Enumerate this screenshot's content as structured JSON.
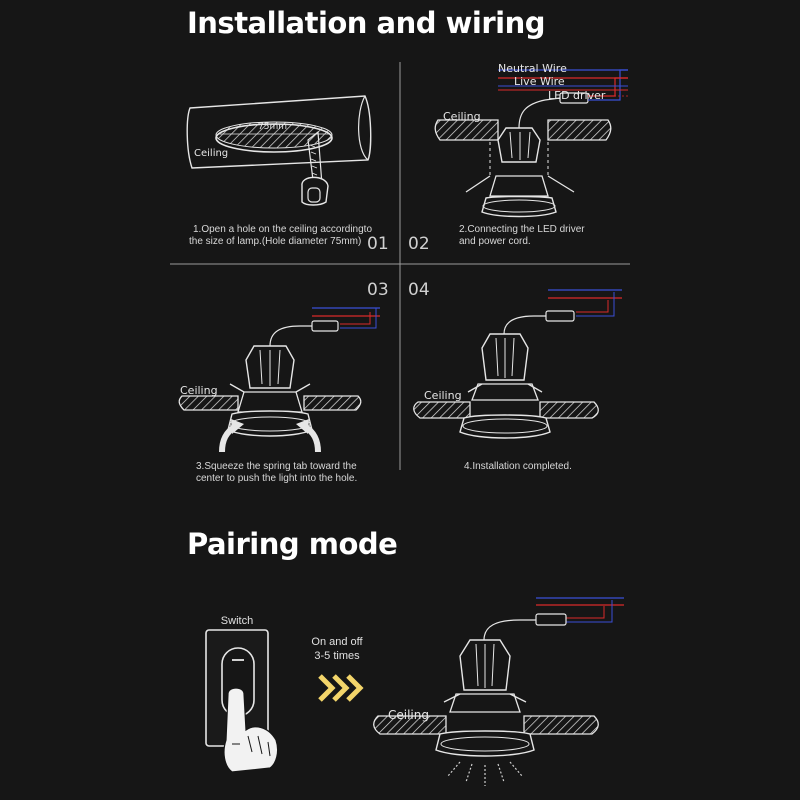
{
  "titles": {
    "installation": "Installation and wiring",
    "pairing": "Pairing mode"
  },
  "labels": {
    "hole_diameter": "75mm",
    "ceiling": "Ceiling",
    "neutral_wire": "Neutral Wire",
    "live_wire": "Live Wire",
    "led_driver": "LED driver",
    "switch": "Switch",
    "on_off_line1": "On and off",
    "on_off_line2": "3-5 times"
  },
  "steps": [
    {
      "number": "01",
      "line1": "1.Open a hole on the ceiling accordingto",
      "line2": "the size of lamp.(Hole diameter 75mm)"
    },
    {
      "number": "02",
      "line1": "2.Connecting the LED driver",
      "line2": "and power cord."
    },
    {
      "number": "03",
      "line1": "3.Squeeze the spring tab toward the",
      "line2": "center to push the light into the hole."
    },
    {
      "number": "04",
      "line1": "4.Installation completed.",
      "line2": ""
    }
  ],
  "colors": {
    "background": "#161616",
    "line": "#e6e6e6",
    "neutral_wire": "#3a4fd6",
    "live_wire": "#d92a2a",
    "arrow_yellow": "#f3d56a"
  }
}
